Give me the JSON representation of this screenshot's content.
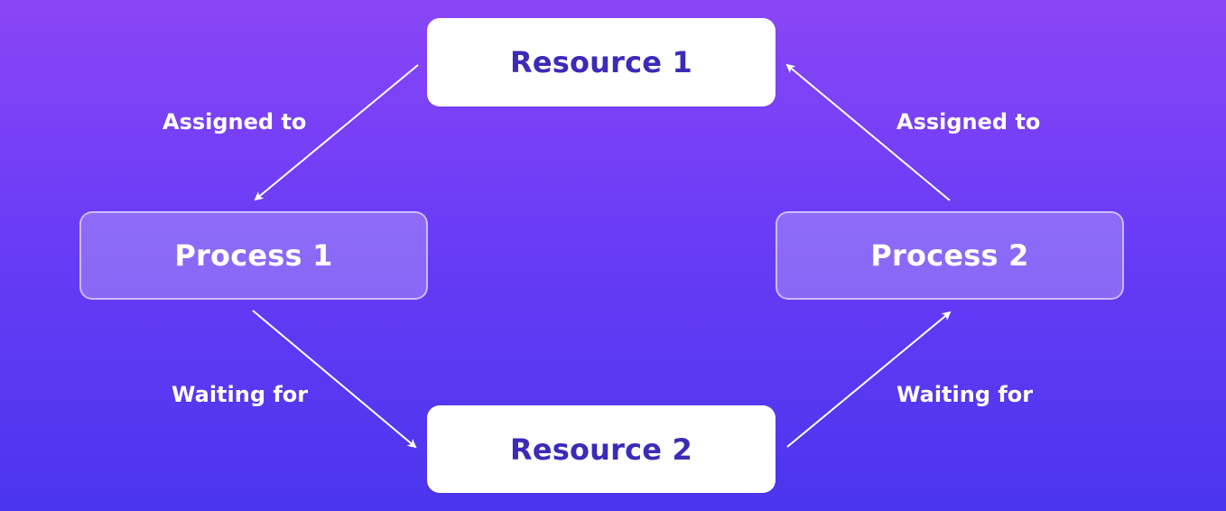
{
  "nodes": {
    "resource_1": "Resource 1",
    "resource_2": "Resource 2",
    "process_1": "Process 1",
    "process_2": "Process 2"
  },
  "edges": {
    "resource1_to_process1": "Assigned to",
    "process2_to_resource1": "Assigned to",
    "process1_to_resource2": "Waiting for",
    "resource2_to_process2": "Waiting for"
  },
  "colors": {
    "background_top": "#8a46f6",
    "background_bottom": "#4b35ee",
    "resource_fill": "#ffffff",
    "resource_text": "#3a2bb8",
    "process_text": "#ffffff",
    "arrow": "#ffffff"
  }
}
